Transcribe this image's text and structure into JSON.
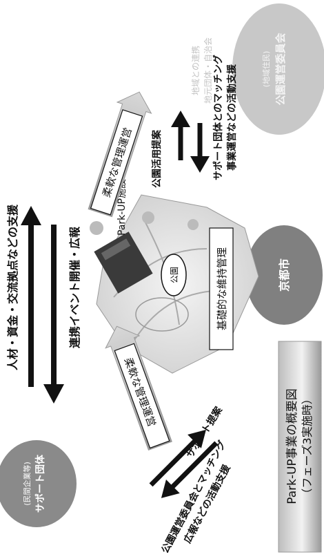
{
  "title": {
    "line1": "Park-UP事業の概要図",
    "line2": "（フェーズ3実施時）"
  },
  "nodes": {
    "support_org": {
      "role": "(民間企業等)",
      "name": "サポート団体",
      "color": "#8a8a8a"
    },
    "park_committee": {
      "role": "(地域住民)",
      "name": "公園運営委員会",
      "color": "#c8c8c8"
    },
    "kyoto_city": {
      "name": "京都市",
      "color": "#808080"
    },
    "local_groups": {
      "line1": "地域との連携",
      "line2": "地元団体・自治会"
    }
  },
  "center": {
    "facility_label": "Park-UP施設",
    "park_label": "公園",
    "maintenance_label": "基礎的な維持管理",
    "flexible_ops_top": "柔軟な管理運営",
    "flexible_ops_left": "柔軟な管理運営"
  },
  "relations": {
    "support_to_park_top": "サポート提案",
    "support_to_park_bottom_1": "公園運営委員会とマッチング",
    "support_to_park_bottom_2": "広報などの活動支援",
    "center_up": "人材・資金・交流拠点などの支援",
    "center_down": "連携イベント開催・広報",
    "committee_up": "公園活用提案",
    "committee_down_1": "サポート団体とのマッチング",
    "committee_down_2": "事業運営などの活動支援"
  }
}
